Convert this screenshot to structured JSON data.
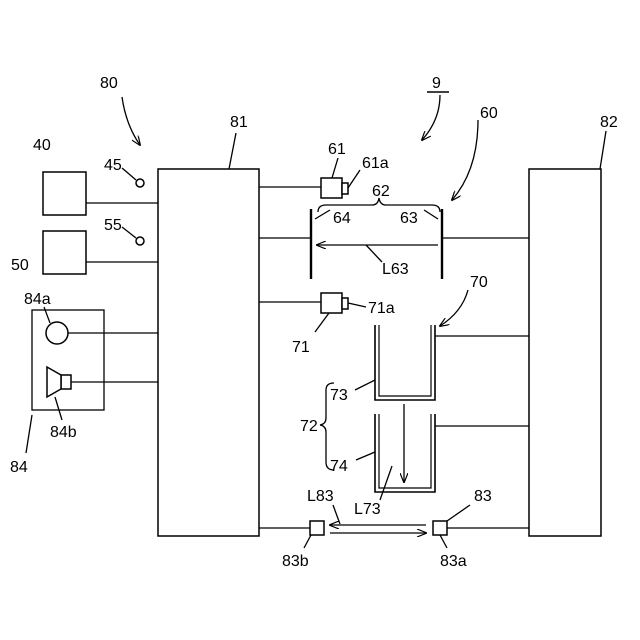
{
  "labels": {
    "fig": "9",
    "l80": "80",
    "l81": "81",
    "l82": "82",
    "l40": "40",
    "l50": "50",
    "l45": "45",
    "l55": "55",
    "l84": "84",
    "l84a": "84a",
    "l84b": "84b",
    "l60": "60",
    "l61": "61",
    "l61a": "61a",
    "l62": "62",
    "l63": "63",
    "l64": "64",
    "lL63": "L63",
    "l70": "70",
    "l71": "71",
    "l71a": "71a",
    "l72": "72",
    "l73": "73",
    "l74": "74",
    "lL73": "L73",
    "lL83": "L83",
    "l83": "83",
    "l83a": "83a",
    "l83b": "83b"
  }
}
